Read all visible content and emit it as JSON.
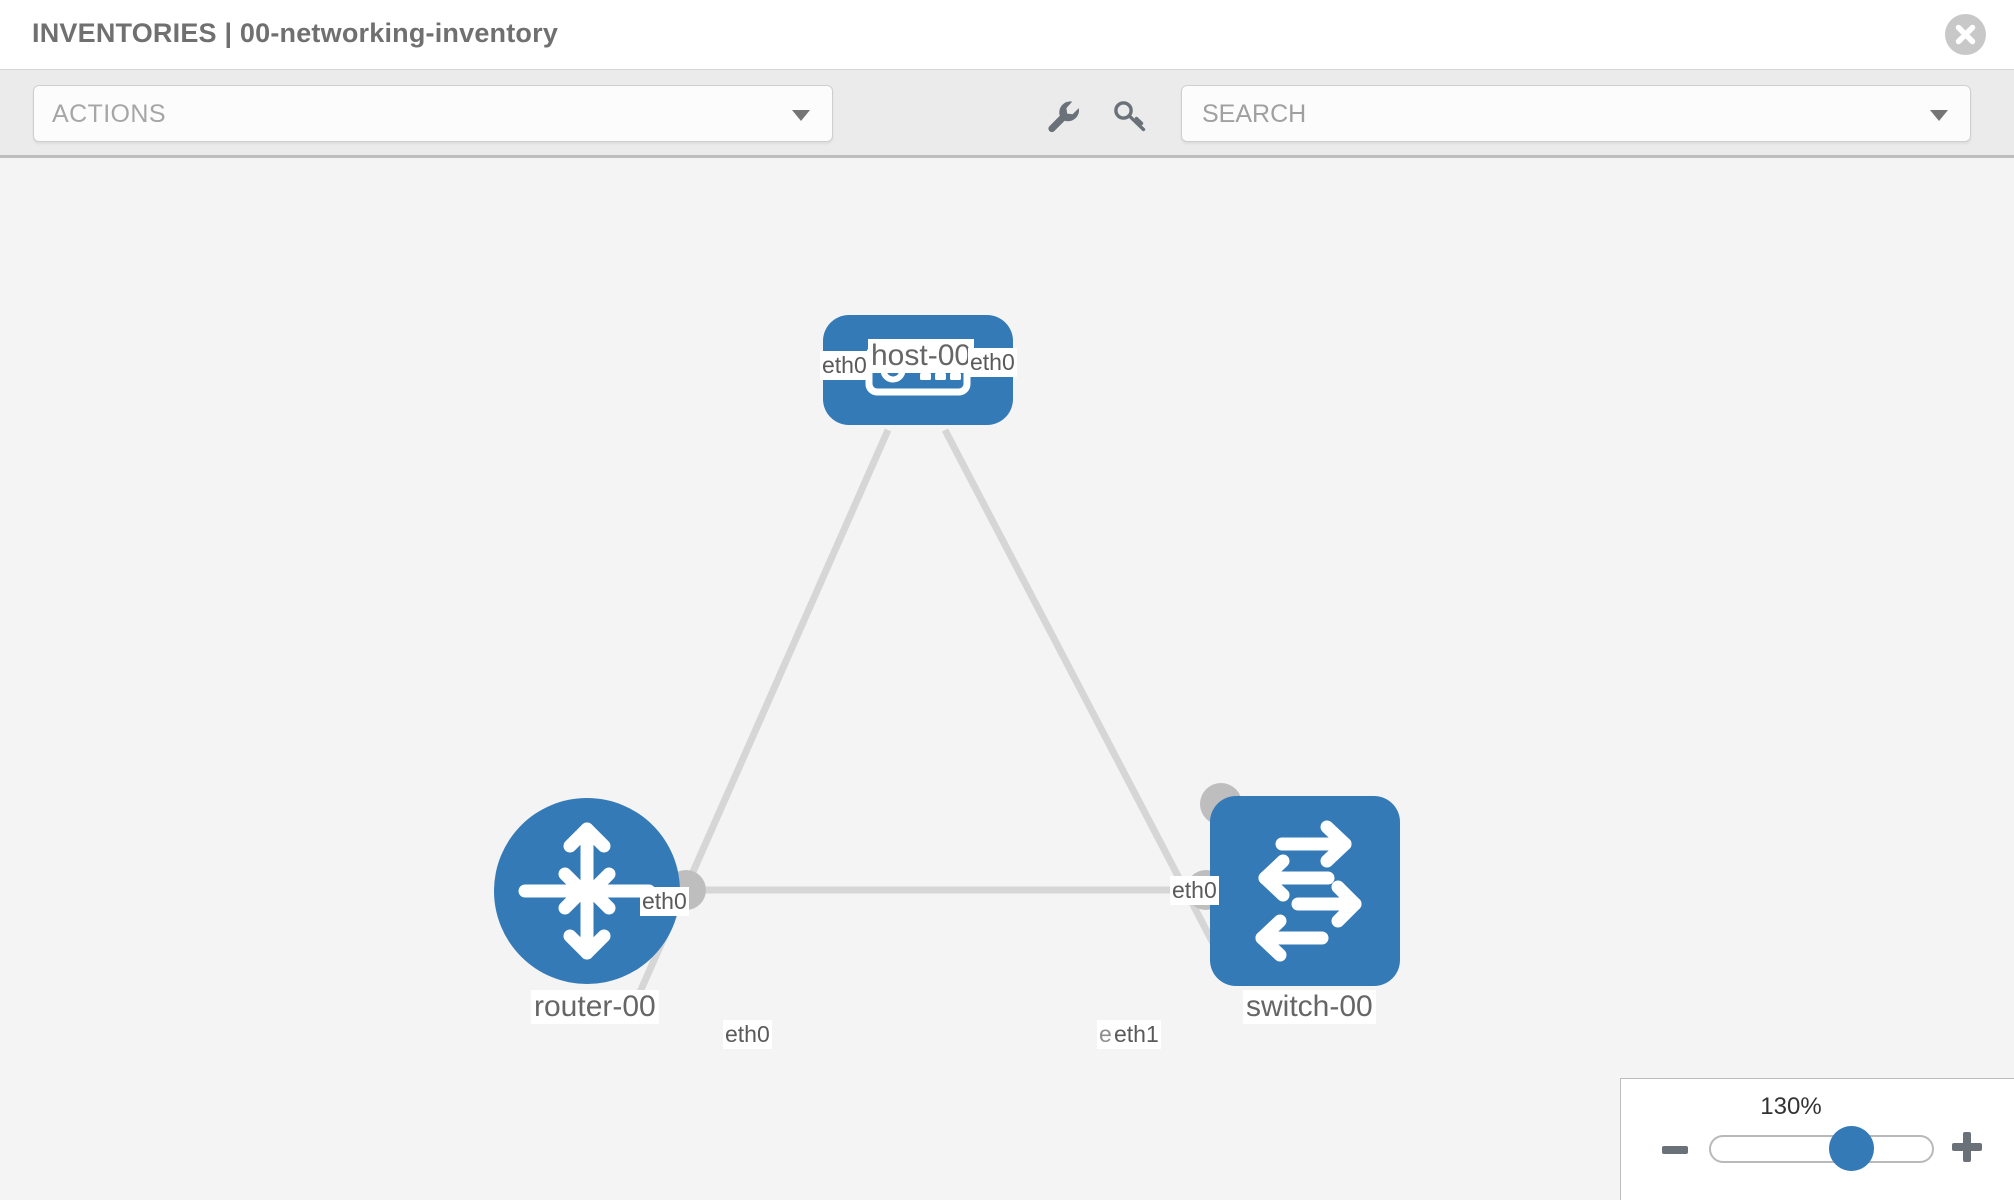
{
  "header": {
    "title": "INVENTORIES | 00-networking-inventory",
    "close_icon": "close-circle-icon"
  },
  "toolbar": {
    "actions_label": "ACTIONS",
    "actions_caret_icon": "chevron-down-icon",
    "wrench_icon": "wrench-icon",
    "key_icon": "key-icon",
    "search_placeholder": "SEARCH",
    "search_value": "",
    "search_caret_icon": "chevron-down-icon"
  },
  "topology": {
    "nodes": [
      {
        "id": "host-00",
        "label": "host-00",
        "type": "host",
        "icon": "server-appliance-icon"
      },
      {
        "id": "router-00",
        "label": "router-00",
        "type": "router",
        "icon": "four-arrows-icon"
      },
      {
        "id": "switch-00",
        "label": "switch-00",
        "type": "switch",
        "icon": "bidirectional-arrows-icon"
      }
    ],
    "links": [
      {
        "source": "host-00",
        "source_port": "eth0",
        "target": "router-00",
        "target_port": "eth0"
      },
      {
        "source": "host-00",
        "source_port": "eth0",
        "target": "switch-00",
        "target_port": "eth0"
      },
      {
        "source": "router-00",
        "source_port": "eth0",
        "target": "switch-00",
        "target_port": "eth0"
      },
      {
        "source": "router-00",
        "source_port": "",
        "target": "switch-00",
        "target_port": "eth1"
      }
    ],
    "edge_labels": {
      "host_left": "eth0",
      "host_right": "eth0",
      "router_upper": "eth0",
      "switch_upper": "eth0",
      "router_right": "eth0",
      "switch_left_hidden": "eth",
      "switch_left": "eth1"
    }
  },
  "zoom_control": {
    "percent": "130%",
    "minus_icon": "minus-icon",
    "plus_icon": "plus-icon",
    "value": 130,
    "min": 10,
    "max": 300
  },
  "colors": {
    "node_blue": "#337ab7",
    "edge_grey": "#d6d6d6",
    "port_grey": "#bebebe",
    "canvas_bg": "#f4f4f4",
    "toolbar_bg": "#ebebeb"
  }
}
